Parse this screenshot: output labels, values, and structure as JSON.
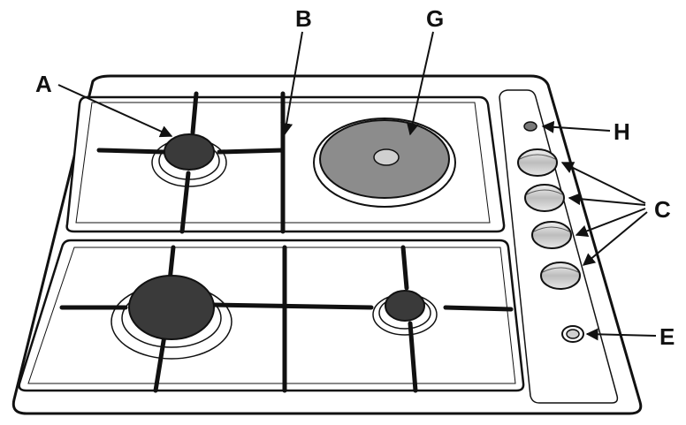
{
  "labels": {
    "A": "A",
    "B": "B",
    "G": "G",
    "H": "H",
    "C": "C",
    "E": "E"
  },
  "colors": {
    "ink": "#111111",
    "burner": "#3a3a3a",
    "hotplate": "#8c8c8c",
    "panel": "#ffffff"
  }
}
